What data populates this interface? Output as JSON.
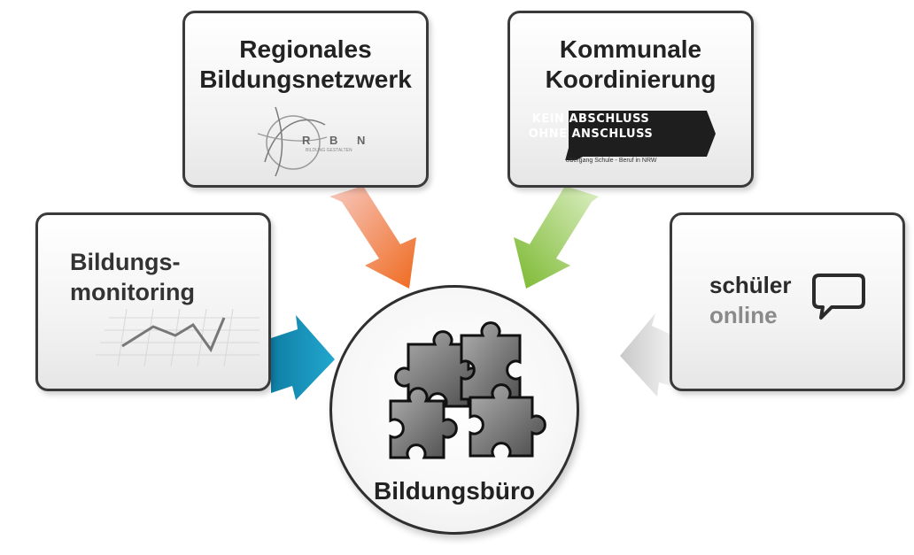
{
  "center": {
    "label": "Bildungsbüro",
    "icon": "puzzle-pieces-icon"
  },
  "nodes": {
    "regional_network": {
      "title_line1": "Regionales",
      "title_line2": "Bildungsnetzwerk",
      "logo_letters": "R B N",
      "logo_sub": "BILDUNG GESTALTEN",
      "arrow_color": "#f07a3a"
    },
    "municipal_coordination": {
      "title_line1": "Kommunale",
      "title_line2": "Koordinierung",
      "badge_line1": "KEIN ABSCHLUSS",
      "badge_line2": "OHNE ANSCHLUSS",
      "badge_sub": "Übergang Schule - Beruf in NRW",
      "arrow_color": "#8cc63e"
    },
    "monitoring": {
      "title_line1": "Bildungs-",
      "title_line2": "monitoring",
      "arrow_color": "#1e9ac0"
    },
    "schueler_online": {
      "line1": "schüler",
      "line2": "online",
      "arrow_color": "#bdbdbd"
    }
  }
}
